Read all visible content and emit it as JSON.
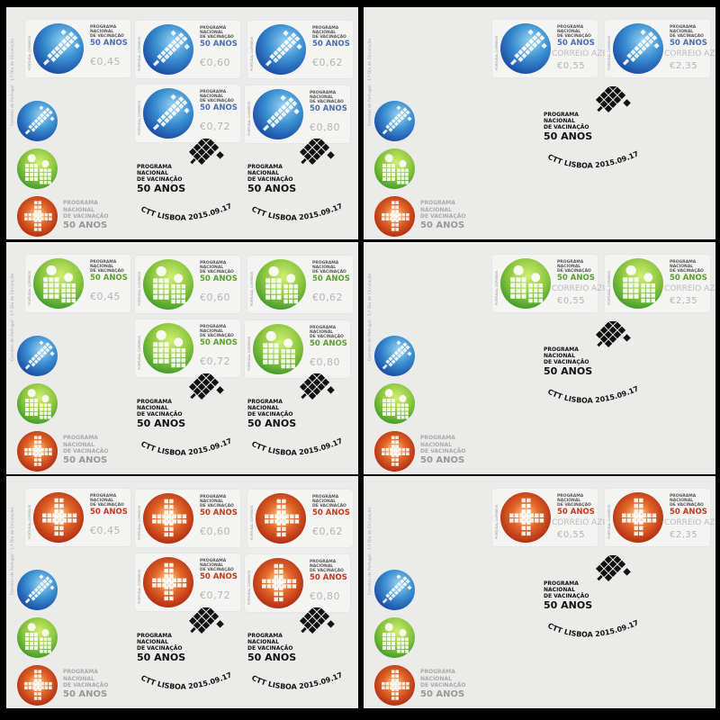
{
  "covers": [
    {
      "theme": "blue",
      "accent": "#4a6db5",
      "stamps": [
        {
          "value": "€0,45"
        },
        {
          "value": "€0,60"
        },
        {
          "value": "€0,62"
        },
        {
          "value": "€0,72"
        },
        {
          "value": "€0,80"
        }
      ]
    },
    {
      "theme": "blue",
      "accent": "#4a6db5",
      "stamps": [
        {
          "service": "CORREIO AZUL",
          "value": "€0,55"
        },
        {
          "service": "CORREIO AZUL",
          "value": "€2,35"
        }
      ]
    },
    {
      "theme": "green",
      "accent": "#5aa02c",
      "stamps": [
        {
          "value": "€0,45"
        },
        {
          "value": "€0,60"
        },
        {
          "value": "€0,62"
        },
        {
          "value": "€0,72"
        },
        {
          "value": "€0,80"
        }
      ]
    },
    {
      "theme": "green",
      "accent": "#5aa02c",
      "stamps": [
        {
          "service": "CORREIO AZUL",
          "value": "€0,55"
        },
        {
          "service": "CORREIO AZUL",
          "value": "€2,35"
        }
      ]
    },
    {
      "theme": "red",
      "accent": "#c4381c",
      "stamps": [
        {
          "value": "€0,45"
        },
        {
          "value": "€0,60"
        },
        {
          "value": "€0,62"
        },
        {
          "value": "€0,72"
        },
        {
          "value": "€0,80"
        }
      ]
    },
    {
      "theme": "red",
      "accent": "#c4381c",
      "stamps": [
        {
          "service": "CORREIO AZUL",
          "value": "€0,55"
        },
        {
          "service": "CORREIO AZUL",
          "value": "€2,35"
        }
      ]
    }
  ],
  "cover_vertical_text": "Correios de Portugal · 1.º Dia de Circulação",
  "stamp_issuer": "PORTUGAL CORREIOS",
  "title_lines": [
    "PROGRAMA",
    "NACIONAL",
    "DE VACINAÇÃO"
  ],
  "title_anos": "50 ANOS",
  "postmark": {
    "arc": "CTT LISBOA 2015.09.17"
  }
}
